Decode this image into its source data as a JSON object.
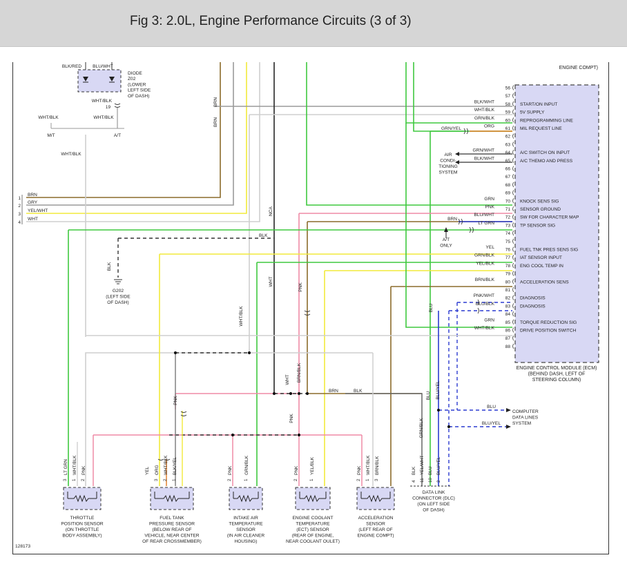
{
  "title": "Fig 3: 2.0L, Engine Performance Circuits (3 of 3)",
  "figure_id": "128173",
  "colors": {
    "brn": "#8a6a2a",
    "gry": "#9a9a9a",
    "yel": "#f2ea3a",
    "wht": "#cfcfcf",
    "grn": "#3ec83e",
    "pnk": "#ef8aa6",
    "blk": "#333333",
    "blu": "#2a3ad0",
    "org": "#e07a20",
    "ecm_fill": "#d8d8f4",
    "sensor_fill": "#d8d8f4"
  },
  "ecm": {
    "header": "ENGINE COMPT)",
    "label": [
      "ENGINE CONTROL MODULE (ECM)",
      "(BEHIND DASH, LEFT OF",
      "STEERING COLUMN)"
    ],
    "pins": [
      "56",
      "57",
      "58",
      "59",
      "60",
      "61",
      "62",
      "63",
      "64",
      "65",
      "66",
      "67",
      "68",
      "69",
      "70",
      "71",
      "72",
      "73",
      "74",
      "75",
      "76",
      "77",
      "78",
      "79",
      "80",
      "81",
      "82",
      "83",
      "84",
      "85",
      "86",
      "87",
      "88"
    ],
    "functions": [
      {
        "pin": "58",
        "text": "START/ON INPUT"
      },
      {
        "pin": "59",
        "text": "5V SUPPLY"
      },
      {
        "pin": "60",
        "text": "REPROGRAMMING LINE"
      },
      {
        "pin": "61",
        "text": "MIL REQUEST LINE"
      },
      {
        "pin": "64",
        "text": "A/C SWITCH ON INPUT"
      },
      {
        "pin": "65",
        "text": "A/C THEMO AND PRESS"
      },
      {
        "pin": "70",
        "text": "KNOCK SENS SIG"
      },
      {
        "pin": "71",
        "text": "SENSOR GROUND"
      },
      {
        "pin": "72",
        "text": "SW FOR CHARACTER MAP"
      },
      {
        "pin": "73",
        "text": "TP SENSOR SIG"
      },
      {
        "pin": "76",
        "text": "FUEL TNK PRES SENS SIG"
      },
      {
        "pin": "77",
        "text": "IAT SENSOR INPUT"
      },
      {
        "pin": "78",
        "text": "ENG COOL TEMP IN"
      },
      {
        "pin": "80",
        "text": "ACCELERATION SENS"
      },
      {
        "pin": "82",
        "text": "DIAGNOSIS"
      },
      {
        "pin": "83",
        "text": "DIAGNOSIS"
      },
      {
        "pin": "85",
        "text": "TORQUE REDUCTION SIG"
      },
      {
        "pin": "86",
        "text": "DRIVE POSITION SWITCH"
      }
    ]
  },
  "pin_wires": [
    {
      "pin": "58",
      "text": "BLK/WHT"
    },
    {
      "pin": "59",
      "text": "WHT/BLK"
    },
    {
      "pin": "60",
      "text": "GRN/BLK"
    },
    {
      "pin": "61",
      "text": "ORG"
    },
    {
      "pin": "64",
      "text": "GRN/WHT"
    },
    {
      "pin": "65",
      "text": "BLK/WHT"
    },
    {
      "pin": "70",
      "text": "GRN"
    },
    {
      "pin": "71",
      "text": "PNK"
    },
    {
      "pin": "72",
      "text": "BLU/WHT"
    },
    {
      "pin": "73",
      "text": "LT GRN"
    },
    {
      "pin": "76",
      "text": "YEL"
    },
    {
      "pin": "77",
      "text": "GRN/BLK"
    },
    {
      "pin": "78",
      "text": "YEL/BLK"
    },
    {
      "pin": "80",
      "text": "BRN/BLK"
    },
    {
      "pin": "82",
      "text": "PNK/WHT"
    },
    {
      "pin": "83",
      "text": "BLU/BLK"
    },
    {
      "pin": "85",
      "text": "GRN"
    },
    {
      "pin": "86",
      "text": "WHT/BLK"
    }
  ],
  "side_wires": {
    "grn_yel": "GRN/YEL",
    "brn": "BRN",
    "lt_grn": "LT GRN",
    "blk": "BLK",
    "blk_wht": "BLK/WHT",
    "brn_blk": "BRN",
    "blk_end": "BLK"
  },
  "left_bus": {
    "numbers": [
      "1",
      "2",
      "3",
      "4"
    ],
    "labels": [
      "BRN",
      "GRY",
      "YEL/WHT",
      "WHT"
    ]
  },
  "diode": {
    "top_labels": [
      "BLK/RED",
      "BLU/WHT"
    ],
    "label": [
      "DIODE",
      "Z02",
      "(LOWER",
      "LEFT SIDE",
      "OF DASH)"
    ],
    "pin": "19",
    "below": "WHT/BLK",
    "left_wire": "WHT/BLK",
    "right_wire": "WHT/BLK",
    "mt": "M/T",
    "at": "A/T",
    "lower_wire": "WHT/BLK"
  },
  "vertical_labels": {
    "brn1": "BRN",
    "brn2": "BRN",
    "nca": "NCA",
    "wht1": "WHT",
    "pnk1": "PNK",
    "wht_blk": "WHT/BLK",
    "wht2": "WHT",
    "brn_blk": "BRN/BLK",
    "pnk2": "PNK",
    "pnk3": "PNK",
    "blu1": "BLU",
    "blu_yel": "BLU/YEL",
    "grn_blk": "GRN/BLK",
    "blk_g": "BLK",
    "blu2": "BLU"
  },
  "ground": {
    "label": [
      "G202",
      "(LEFT SIDE",
      "OF DASH)"
    ]
  },
  "ac_system": {
    "label": [
      "AIR",
      "CONDI-",
      "TIONING",
      "SYSTEM"
    ]
  },
  "at_only": {
    "label": [
      "A/T",
      "ONLY"
    ]
  },
  "computer_lines": {
    "wire1": "BLU",
    "wire2": "BLU/YEL",
    "label": [
      "COMPUTER",
      "DATA LINES",
      "SYSTEM"
    ]
  },
  "sensors": [
    {
      "pins": [
        "3",
        "1",
        "2"
      ],
      "wires": [
        "LT GRN",
        "WHT/BLK",
        "PNK"
      ],
      "label": [
        "THROTTLE",
        "POSITION SENSOR",
        "(ON THROTTLE",
        "BODY ASSEMBLY)"
      ]
    },
    {
      "pins": [
        "3",
        "2",
        "1"
      ],
      "wires": [
        "YEL",
        "ORG",
        "WHT/BLK",
        "BLK/YEL"
      ],
      "label": [
        "FUEL TANK",
        "PRESSURE SENSOR",
        "(BELOW REAR OF",
        "VEHICLE, NEAR CENTER",
        "OF REAR CROSSMEMBER)"
      ]
    },
    {
      "pins": [
        "2",
        "1"
      ],
      "wires": [
        "PNK",
        "GRN/BLK"
      ],
      "label": [
        "INTAKE AIR",
        "TEMPERATURE",
        "SENSOR",
        "(IN AIR CLEANER",
        "HOUSING)"
      ]
    },
    {
      "pins": [
        "2",
        "1"
      ],
      "wires": [
        "PNK",
        "YEL/BLK"
      ],
      "label": [
        "ENGINE COOLANT",
        "TEMPERATURE",
        "(ECT) SENSOR",
        "(REAR OF ENGINE,",
        "NEAR COOLANT OULET)"
      ]
    },
    {
      "pins": [
        "2",
        "1",
        "3"
      ],
      "wires": [
        "PNK",
        "WHT/BLK",
        "BRN/BLK"
      ],
      "label": [
        "ACCELERATION",
        "SENSOR",
        "(LEFT REAR OF",
        "ENGINE COMPT)"
      ]
    }
  ],
  "dlc": {
    "pins": [
      "4",
      "11",
      "10",
      "2"
    ],
    "wires": [
      "BLK",
      "YEL/WHT",
      "BLU",
      "BLU/YEL"
    ],
    "label": [
      "DATA LINK",
      "CONNECTOR (DLC)",
      "(ON LEFT SIDE",
      "OF DASH)"
    ]
  }
}
